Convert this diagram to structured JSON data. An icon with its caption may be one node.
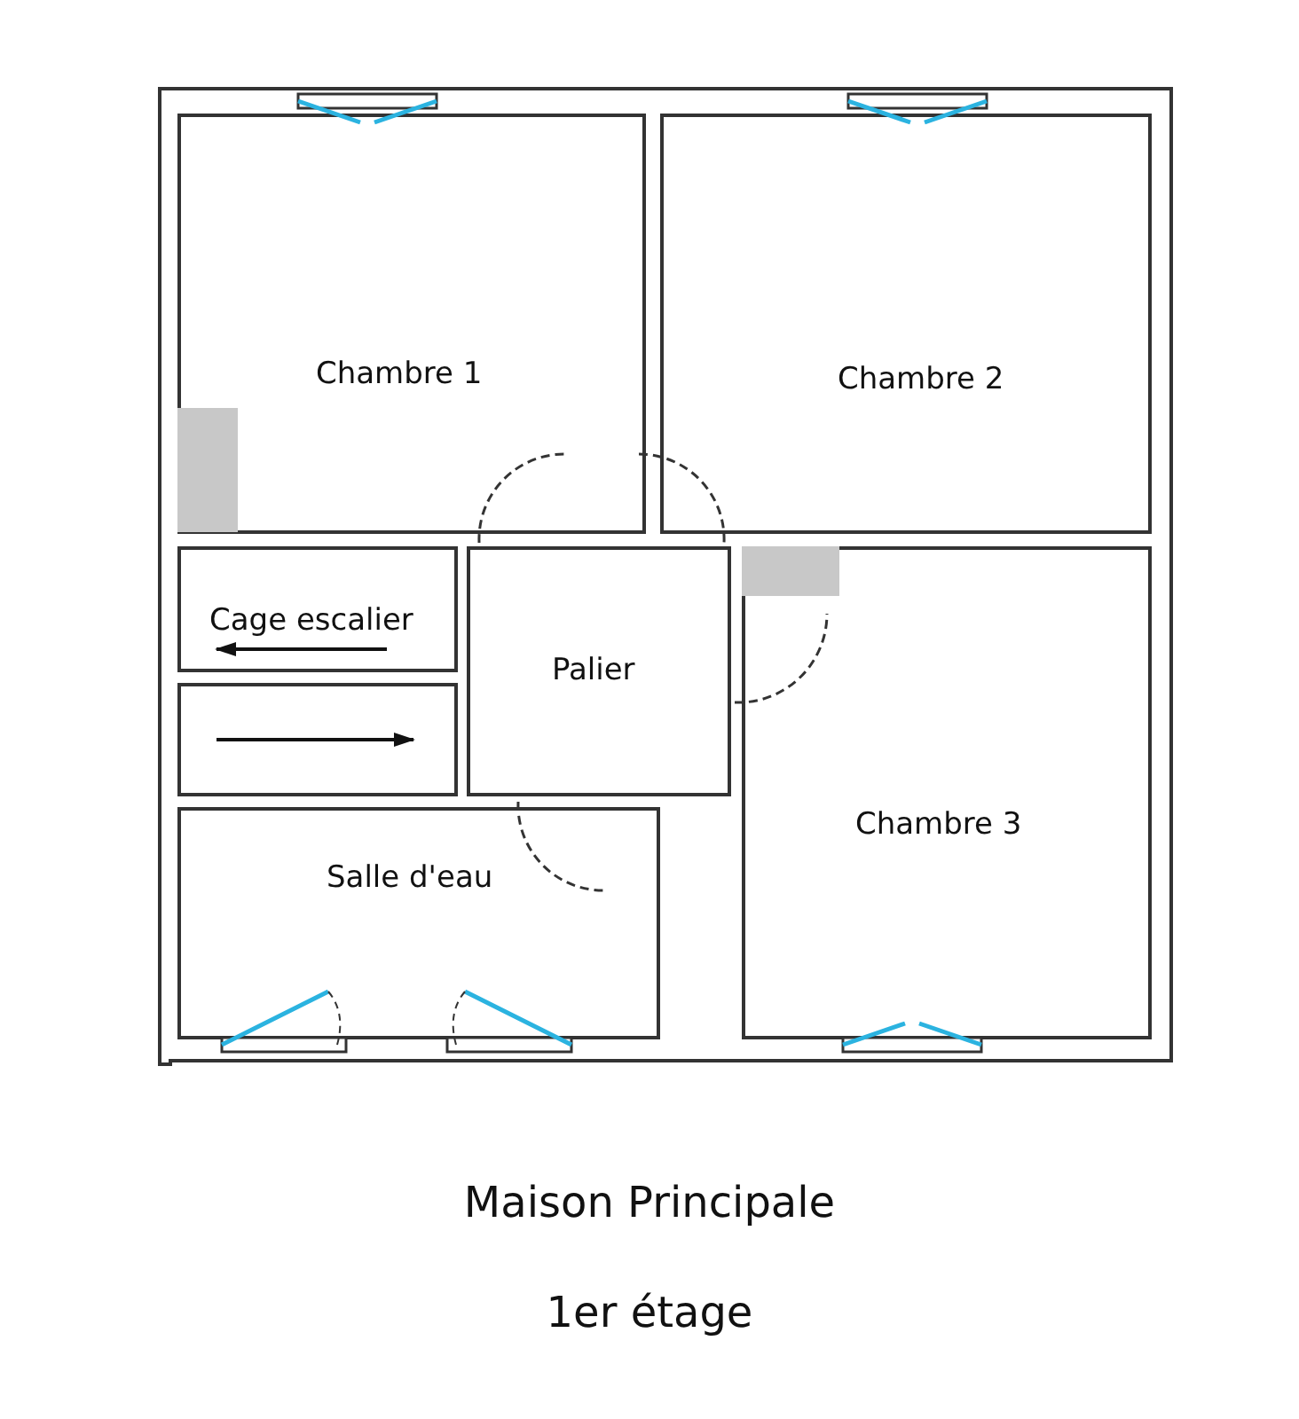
{
  "diagram": {
    "caption": "Maison Principale",
    "nodes": [
      {
        "text": [
          "Chambre 1"
        ]
      },
      {
        "text": [
          "Chambre 2"
        ]
      },
      {
        "text": [
          "Cage escalier"
        ]
      },
      {
        "text": [],
        "shape": "box"
      },
      {
        "text": [
          "Palier"
        ]
      },
      {
        "text": [
          "Chambre 3"
        ]
      },
      {
        "text": [
          "Salle d'eau"
        ]
      }
    ],
    "edges": [],
    "labels": [
      "1er étage"
    ]
  }
}
